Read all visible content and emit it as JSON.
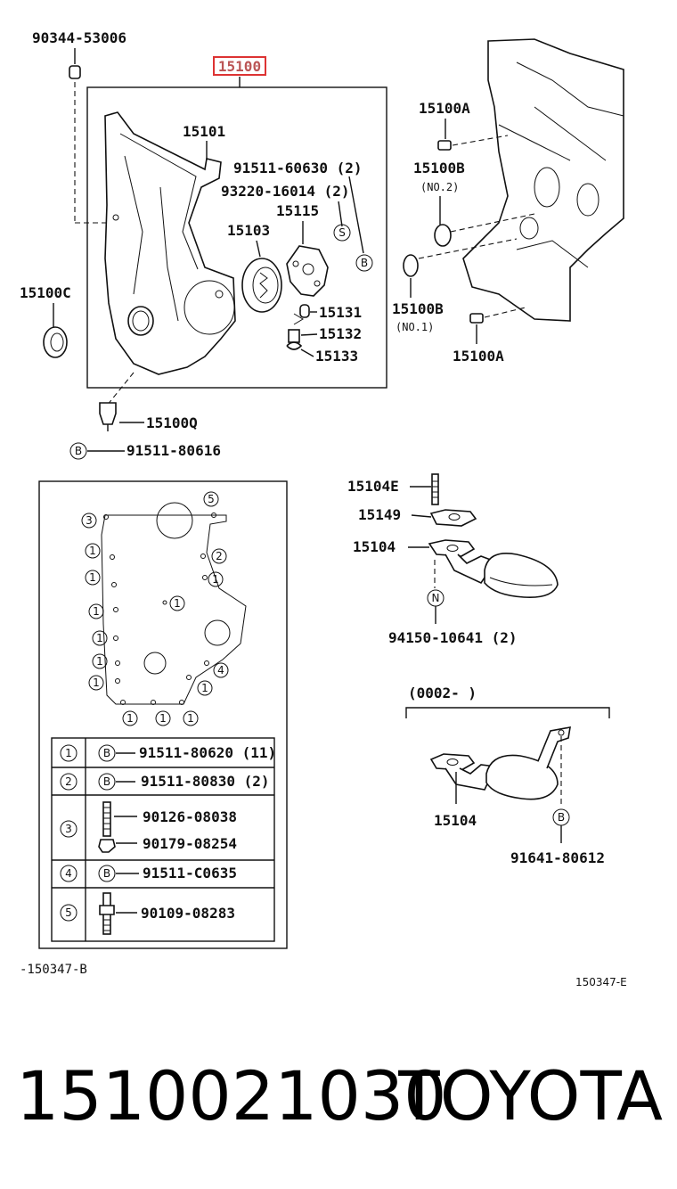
{
  "main_diagram": {
    "highlighted_part": "15100",
    "labels": {
      "p90344": "90344-53006",
      "p15101": "15101",
      "p91511_60630": "91511-60630 (2)",
      "p93220": "93220-16014 (2)",
      "p15115": "15115",
      "p15103": "15103",
      "p15131": "15131",
      "p15132": "15132",
      "p15133": "15133",
      "p15100C": "15100C",
      "p15100Q": "15100Q",
      "p91511_80616": "91511-80616",
      "p15100A_top": "15100A",
      "p15100B_top": "15100B",
      "no2": "(NO.2)",
      "p15100B_bot": "15100B",
      "no1": "(NO.1)",
      "p15100A_bot": "15100A"
    },
    "callouts": {
      "S": "S",
      "B": "B"
    }
  },
  "bolt_chart": {
    "rows": [
      {
        "num": "1",
        "symbol": "B",
        "parts": [
          "91511-80620 (11)"
        ]
      },
      {
        "num": "2",
        "symbol": "B",
        "parts": [
          "91511-80830 (2)"
        ]
      },
      {
        "num": "3",
        "symbol": "",
        "parts": [
          "90126-08038",
          "90179-08254"
        ]
      },
      {
        "num": "4",
        "symbol": "B",
        "parts": [
          "91511-C0635"
        ]
      },
      {
        "num": "5",
        "symbol": "",
        "parts": [
          "90109-08283"
        ]
      }
    ],
    "caption": "-150347-B"
  },
  "strainer": {
    "p15104E": "15104E",
    "p15149": "15149",
    "p15104": "15104",
    "n_callout": "N",
    "p94150": "94150-10641 (2)",
    "range": "(0002-        )",
    "p15104_alt": "15104",
    "b_callout": "B",
    "p91641": "91641-80612",
    "caption": "150347-E"
  },
  "footer": {
    "part_number": "1510021030",
    "brand": "TOYOTA"
  }
}
